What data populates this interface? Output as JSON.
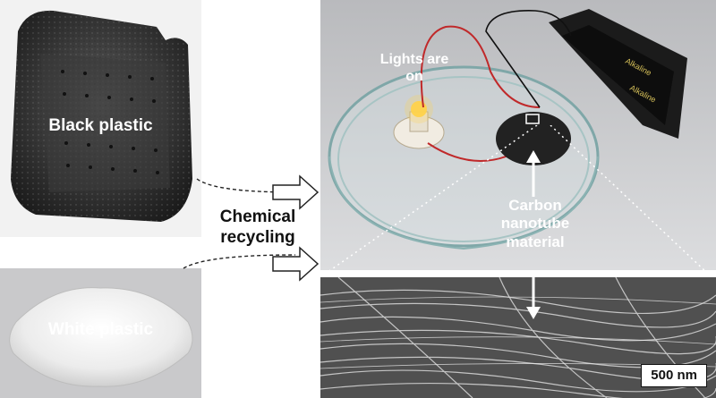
{
  "labels": {
    "black_plastic": "Black plastic",
    "white_plastic": "White plastic",
    "chemical_recycling_line1": "Chemical",
    "chemical_recycling_line2": "recycling",
    "lights_on_line1": "Lights are",
    "lights_on_line2": "on",
    "cnt_line1": "Carbon",
    "cnt_line2": "nanotube",
    "cnt_line3": "material",
    "scale_bar": "500 nm",
    "battery_brand": "Alkaline"
  },
  "colors": {
    "black_tray": "#3a3a3a",
    "white_tray": "#e9e9e9",
    "photo_bg": "#cfd0d4",
    "sem_bg": "#4f4f4f",
    "wire_red": "#c0292a",
    "led_glow": "#ffd24a"
  },
  "icons": [
    "arrow-icon",
    "dotted-leader-line",
    "scale-bar"
  ]
}
